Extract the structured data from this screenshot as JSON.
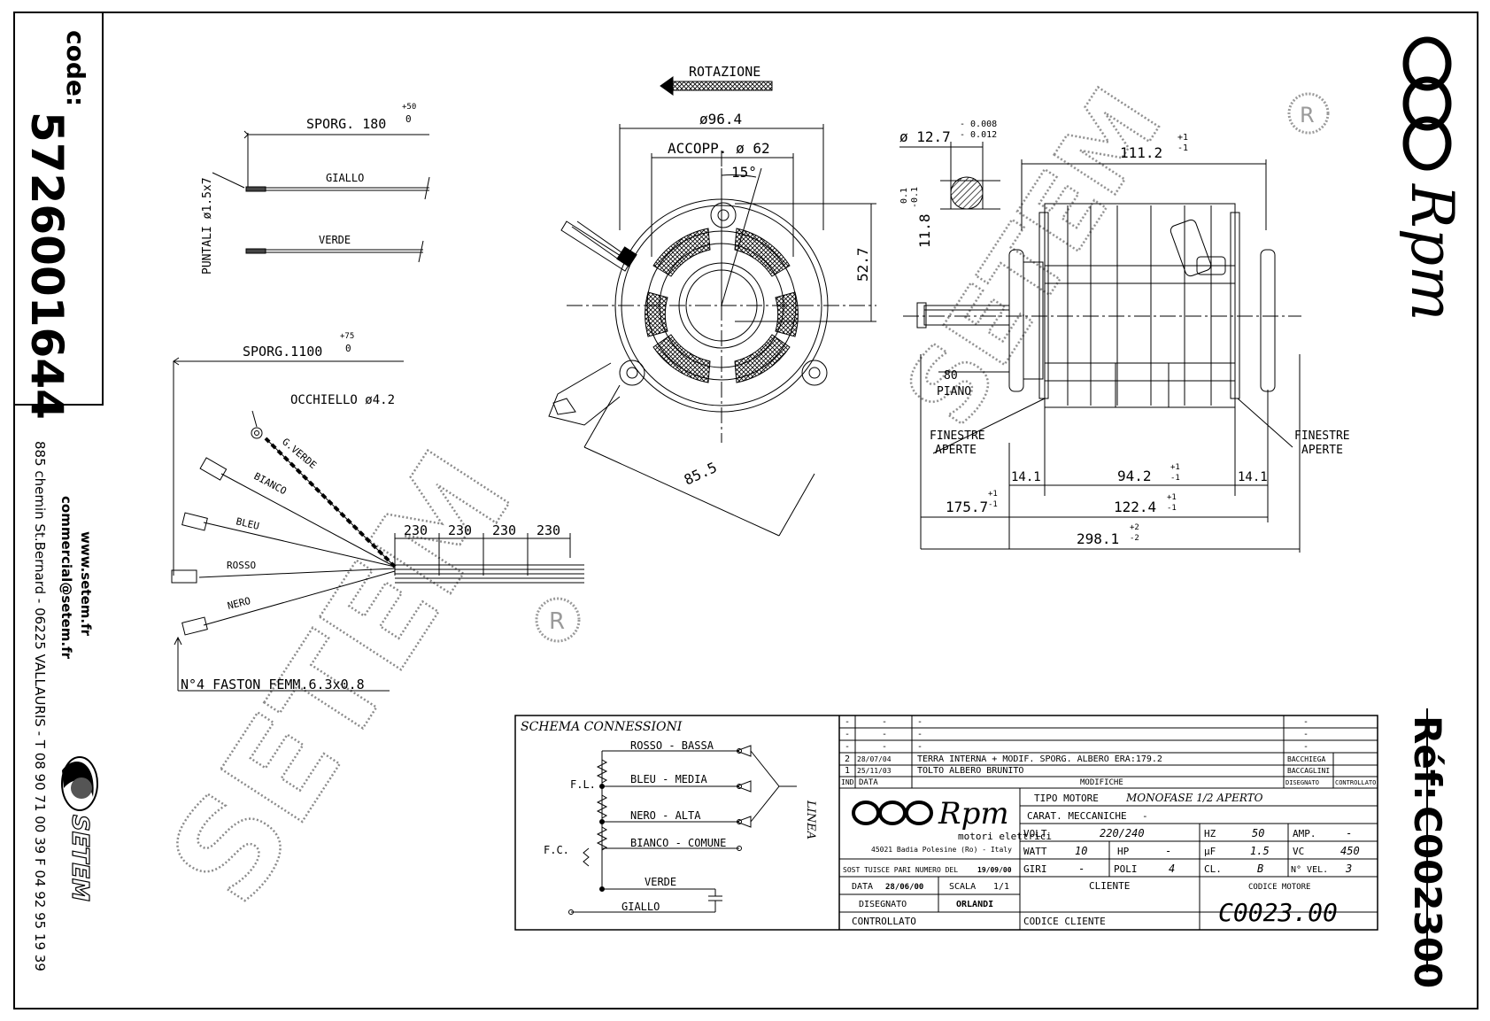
{
  "code": {
    "label": "code:",
    "value": "5726001644"
  },
  "company": {
    "website": "www.setem.fr",
    "email": "commercial@setem.fr",
    "address": "885 chemin St.Bernard  -  06225 VALLAURIS  -  T 08 90 71 00 39   F 04 92 95 19 39",
    "logo_text": "SETEM",
    "watermark": "SETEM",
    "registered_mark": "R"
  },
  "brand": {
    "logo": "Rpm"
  },
  "reference": {
    "label": "Réf:",
    "value": "C002300"
  },
  "wires": {
    "sporg_short": "SPORG. 180",
    "sporg_short_tol": "+50",
    "sporg_short_tol2": "0",
    "puntali": "PUNTALI ø1.5x7",
    "giallo": "GIALLO",
    "verde": "VERDE",
    "sporg_long": "SPORG.1100",
    "sporg_long_tol": "+75",
    "sporg_long_tol2": "0",
    "occhiello": "OCCHIELLO ø4.2",
    "g_verde": "G.VERDE",
    "bianco": "BIANCO",
    "bleu": "BLEU",
    "rosso": "ROSSO",
    "nero": "NERO",
    "spacings": [
      "230",
      "230",
      "230",
      "230"
    ],
    "faston": "N°4 FASTON FEMM.6.3x0.8"
  },
  "front_view": {
    "rotation": "ROTAZIONE",
    "diameter": "ø96.4",
    "coupling": "ACCOPP. ø 62",
    "angle": "15°",
    "height": "52.7",
    "diagonal": "85.5"
  },
  "side_view": {
    "shaft_dia": "ø 12.7",
    "shaft_tol_top": "- 0.008",
    "shaft_tol_bottom": "- 0.012",
    "flat": "11.8",
    "flat_tol": "0.1",
    "flat_tol2": "-0.1",
    "length_111": "111.2",
    "tol_p1": "+1",
    "tol_m1": "-1",
    "flat_80": "80",
    "piano": "PIANO",
    "finestre_left_1": "FINESTRE",
    "finestre_left_2": "APERTE",
    "finestre_right_1": "FINESTRE",
    "finestre_right_2": "APERTE",
    "d_14a": "14.1",
    "d_94": "94.2",
    "d_14b": "14.1",
    "d_175": "175.7",
    "d_175_tol": "+1",
    "d_175_tol2": "-1",
    "d_122": "122.4",
    "d_298": "298.1",
    "tol_p2": "+2",
    "tol_m2": "-2"
  },
  "schema": {
    "title": "SCHEMA CONNESSIONI",
    "labels": {
      "rosso": "ROSSO - BASSA",
      "bleu": "BLEU - MEDIA",
      "nero": "NERO - ALTA",
      "bianco": "BIANCO - COMUNE",
      "verde": "VERDE",
      "giallo": "GIALLO",
      "fl": "F.L.",
      "fc": "F.C.",
      "linea": "LINEA"
    }
  },
  "revisions": {
    "rows": [
      {
        "ind": "-",
        "data": "-",
        "modifica": "-",
        "nome": "-"
      },
      {
        "ind": "-",
        "data": "-",
        "modifica": "-",
        "nome": "-"
      },
      {
        "ind": "-",
        "data": "-",
        "modifica": "-",
        "nome": "-"
      },
      {
        "ind": "2",
        "data": "28/07/04",
        "modifica": "TERRA INTERNA + MODIF. SPORG. ALBERO ERA:179.2",
        "nome": "BACCHIEGA"
      },
      {
        "ind": "1",
        "data": "25/11/03",
        "modifica": "TOLTO ALBERO BRUNITO",
        "nome": "BACCAGLINI"
      }
    ],
    "headers": {
      "ind": "IND",
      "data": "DATA",
      "modifiche": "MODIFICHE",
      "disegnato": "DISEGNATO",
      "controllato": "CONTROLLATO"
    }
  },
  "title_block": {
    "company_name": "Rpm",
    "company_sub": "motori elettrici",
    "company_addr": "45021 Badia Polesine (Ro) - Italy",
    "tipo_motore_label": "TIPO MOTORE",
    "tipo_motore": "MONOFASE 1/2 APERTO",
    "carat_label": "CARAT. MECCANICHE",
    "carat": "-",
    "volt_label": "VOLT",
    "volt": "220/240",
    "hz_label": "HZ",
    "hz": "50",
    "amp_label": "AMP.",
    "amp": "-",
    "watt_label": "WATT",
    "watt": "10",
    "hp_label": "HP",
    "hp": "-",
    "uf_label": "µF",
    "uf": "1.5",
    "vc_label": "VC",
    "vc": "450",
    "giri_label": "GIRI",
    "giri": "-",
    "poli_label": "POLI",
    "poli": "4",
    "cl_label": "CL.",
    "cl": "B",
    "vel_label": "N° VEL.",
    "vel": "3",
    "sost_label": "SOST TUISCE PARI NUMERO DEL",
    "sost": "19/09/00",
    "data_label": "DATA",
    "data": "28/06/00",
    "scala_label": "SCALA",
    "scala": "1/1",
    "disegnato_label": "DISEGNATO",
    "disegnato": "ORLANDI",
    "controllato_label": "CONTROLLATO",
    "cliente_label": "CLIENTE",
    "codice_cliente_label": "CODICE CLIENTE",
    "codice_motore_label": "CODICE MOTORE",
    "codice_motore": "C0023.00"
  }
}
